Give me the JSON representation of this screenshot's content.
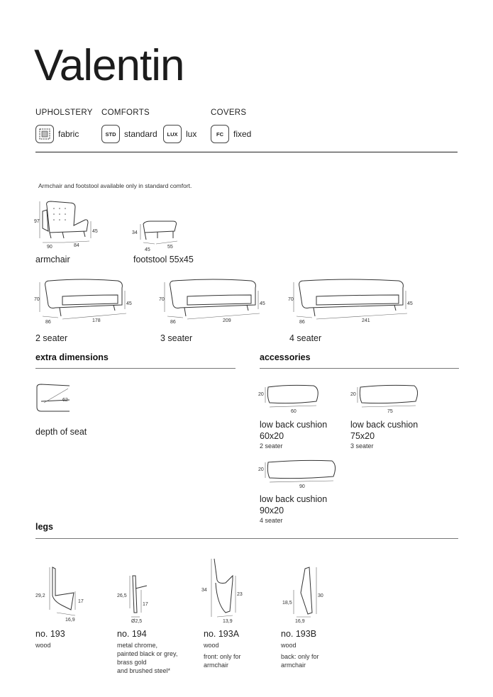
{
  "title": "Valentin",
  "headers": {
    "upholstery": "UPHOLSTERY",
    "comforts": "COMFORTS",
    "covers": "COVERS"
  },
  "options": {
    "fabric": {
      "icon": "fabric-icon",
      "label": "fabric"
    },
    "standard": {
      "badge": "STD",
      "label": "standard"
    },
    "lux": {
      "badge": "LUX",
      "label": "lux"
    },
    "fixed": {
      "badge": "FC",
      "label": "fixed"
    }
  },
  "note": "Armchair and footstool available only in standard comfort.",
  "products": {
    "armchair": {
      "label": "armchair",
      "dims": [
        "97",
        "45",
        "90",
        "84"
      ]
    },
    "footstool": {
      "label": "footstool 55x45",
      "dims": [
        "34",
        "45",
        "55"
      ]
    },
    "seater2": {
      "label": "2 seater",
      "dims": [
        "70",
        "45",
        "86",
        "178"
      ]
    },
    "seater3": {
      "label": "3 seater",
      "dims": [
        "70",
        "45",
        "86",
        "209"
      ]
    },
    "seater4": {
      "label": "4 seater",
      "dims": [
        "70",
        "45",
        "86",
        "241"
      ]
    }
  },
  "extra": {
    "heading": "extra dimensions",
    "label": "depth of seat",
    "dim": "62"
  },
  "accessories": {
    "heading": "accessories",
    "items": [
      {
        "name": "low back cushion",
        "size": "60x20",
        "note": "2 seater",
        "h": "20",
        "w": "60"
      },
      {
        "name": "low back cushion",
        "size": "75x20",
        "note": "3 seater",
        "h": "20",
        "w": "75"
      },
      {
        "name": "low back cushion",
        "size": "90x20",
        "note": "4 seater",
        "h": "20",
        "w": "90"
      }
    ]
  },
  "legs": {
    "heading": "legs",
    "items": [
      {
        "name": "no. 193",
        "desc": [
          "wood"
        ],
        "dims": [
          "29,2",
          "17",
          "16,9"
        ]
      },
      {
        "name": "no. 194",
        "desc": [
          "metal chrome,",
          "painted black or grey,",
          "brass gold",
          "and brushed steel*"
        ],
        "dims": [
          "26,5",
          "17",
          "Ø2,5"
        ]
      },
      {
        "name": "no. 193A",
        "desc": [
          "wood",
          "",
          "front: only for",
          "armchair"
        ],
        "dims": [
          "34",
          "23",
          "13,9"
        ]
      },
      {
        "name": "no. 193B",
        "desc": [
          "wood",
          "",
          "back: only for",
          "armchair"
        ],
        "dims": [
          "18,5",
          "30",
          "16,9"
        ]
      }
    ]
  }
}
